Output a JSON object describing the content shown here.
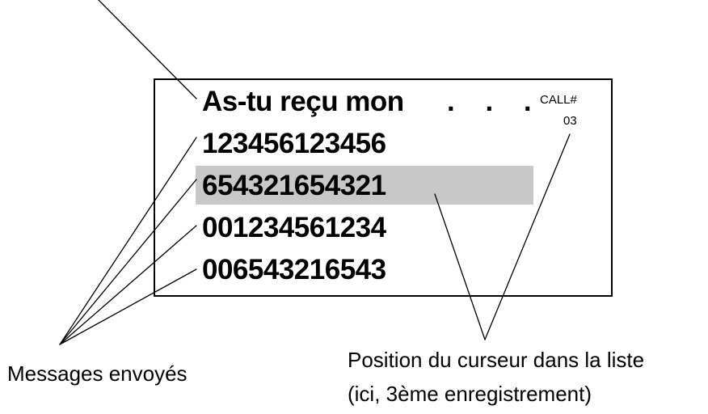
{
  "display": {
    "title": "As-tu reçu mon",
    "ellipsis": ". . .",
    "call_label": "CALL#",
    "call_number": "03",
    "rows": [
      "123456123456",
      "654321654321",
      "001234561234",
      "006543216543"
    ],
    "cursor_row_index": 1
  },
  "captions": {
    "sent_messages": "Messages envoyés",
    "cursor_position_line1": "Position du curseur dans la liste",
    "cursor_position_line2": "(ici, 3ème enregistrement)"
  },
  "colors": {
    "cursor_highlight": "#c8c8c8",
    "ink": "#000000",
    "background": "#ffffff"
  }
}
